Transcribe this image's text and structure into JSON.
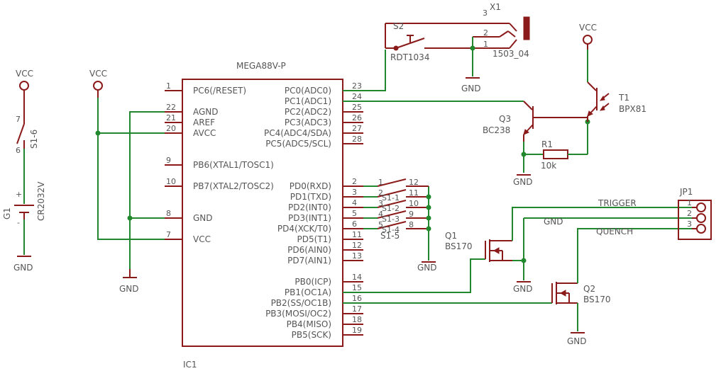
{
  "ic1": {
    "title": "MEGA88V-P",
    "ref": "IC1",
    "left_pins": [
      {
        "num": "1",
        "label": "PC6(/RESET)"
      },
      {
        "num": "22",
        "label": "AGND"
      },
      {
        "num": "21",
        "label": "AREF"
      },
      {
        "num": "20",
        "label": "AVCC"
      },
      {
        "num": "9",
        "label": "PB6(XTAL1/TOSC1)"
      },
      {
        "num": "10",
        "label": "PB7(XTAL2/TOSC2)"
      },
      {
        "num": "8",
        "label": "GND"
      },
      {
        "num": "7",
        "label": "VCC"
      }
    ],
    "right_pins": [
      {
        "num": "23",
        "label": "PC0(ADC0)"
      },
      {
        "num": "24",
        "label": "PC1(ADC1)"
      },
      {
        "num": "25",
        "label": "PC2(ADC2)"
      },
      {
        "num": "26",
        "label": "PC3(ADC3)"
      },
      {
        "num": "27",
        "label": "PC4(ADC4/SDA)"
      },
      {
        "num": "28",
        "label": "PC5(ADC5/SCL)"
      },
      {
        "num": "2",
        "label": "PD0(RXD)"
      },
      {
        "num": "3",
        "label": "PD1(TXD)"
      },
      {
        "num": "4",
        "label": "PD2(INT0)"
      },
      {
        "num": "5",
        "label": "PD3(INT1)"
      },
      {
        "num": "6",
        "label": "PD4(XCK/T0)"
      },
      {
        "num": "11",
        "label": "PD5(T1)"
      },
      {
        "num": "12",
        "label": "PD6(AIN0)"
      },
      {
        "num": "13",
        "label": "PD7(AIN1)"
      },
      {
        "num": "14",
        "label": "PB0(ICP)"
      },
      {
        "num": "15",
        "label": "PB1(OC1A)"
      },
      {
        "num": "16",
        "label": "PB2(SS/OC1B)"
      },
      {
        "num": "17",
        "label": "PB3(MOSI/OC2)"
      },
      {
        "num": "18",
        "label": "PB4(MISO)"
      },
      {
        "num": "19",
        "label": "PB5(SCK)"
      }
    ]
  },
  "power": {
    "vcc": "VCC",
    "gnd": "GND"
  },
  "battery": {
    "ref": "G1",
    "value": "CR2032V",
    "plus": "+",
    "minus": "-"
  },
  "switch_s1_6": {
    "ref": "S1-6",
    "pin_top": "7",
    "pin_bottom": "6"
  },
  "dip_switch": {
    "ref": "S1-5",
    "rows": [
      {
        "left": "1",
        "label": "",
        "right": "12"
      },
      {
        "left": "2",
        "label": "S1-1",
        "right": "11"
      },
      {
        "left": "3",
        "label": "S1-2",
        "right": "10"
      },
      {
        "left": "4",
        "label": "S1-3",
        "right": "9"
      },
      {
        "left": "5",
        "label": "S1-4",
        "right": "8"
      }
    ]
  },
  "s2": {
    "ref": "S2",
    "value": "RDT1034"
  },
  "x1": {
    "ref": "X1",
    "value": "1503_04",
    "pins": [
      "3",
      "2",
      "1"
    ]
  },
  "t1": {
    "ref": "T1",
    "value": "BPX81"
  },
  "q3": {
    "ref": "Q3",
    "value": "BC238"
  },
  "r1": {
    "ref": "R1",
    "value": "10k"
  },
  "q1": {
    "ref": "Q1",
    "value": "BS170"
  },
  "q2": {
    "ref": "Q2",
    "value": "BS170"
  },
  "jp1": {
    "ref": "JP1",
    "pins": [
      "1",
      "2",
      "3"
    ]
  },
  "nets": {
    "trigger": "TRIGGER",
    "gnd": "GND",
    "quench": "QUENCH"
  }
}
